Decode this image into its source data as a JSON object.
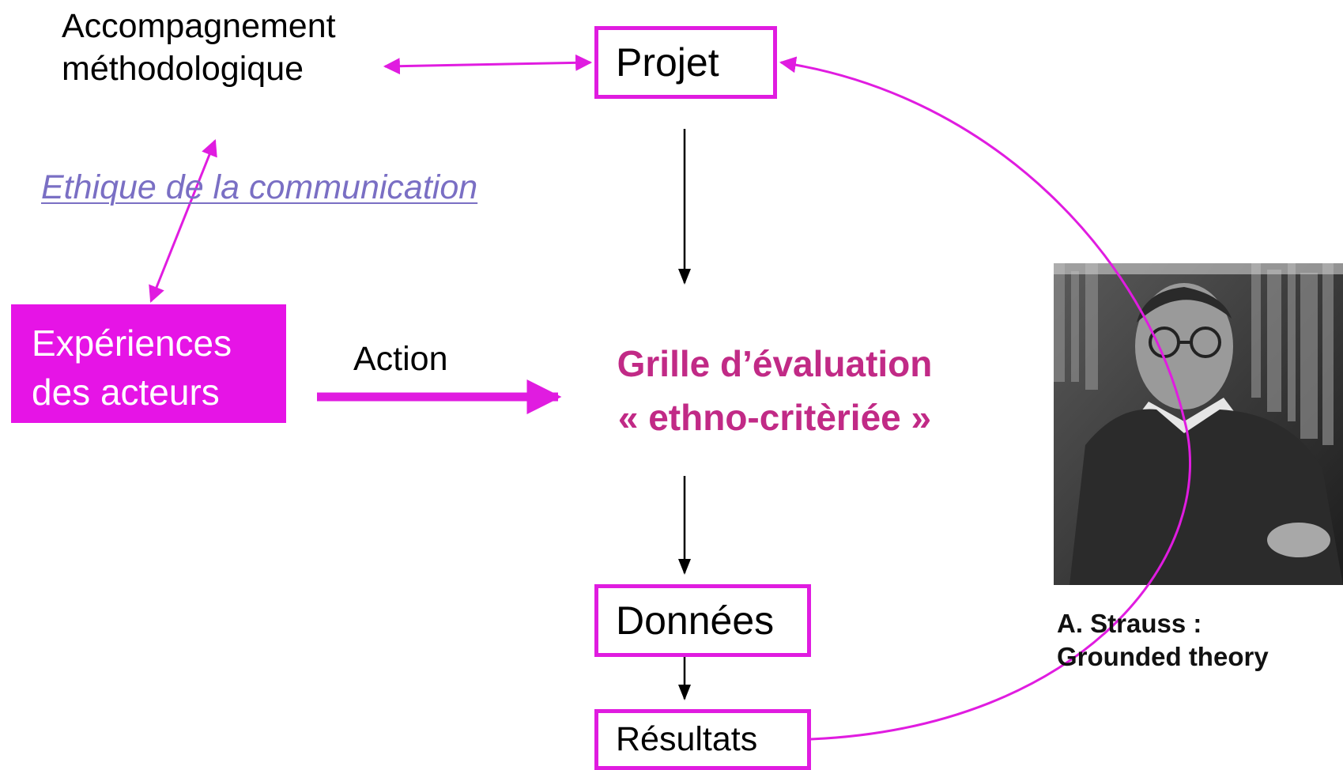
{
  "nodes": {
    "accompagnement": {
      "line1": "Accompagnement",
      "line2": "méthodologique"
    },
    "ethique": "Ethique de la communication",
    "projet": "Projet",
    "experiences": {
      "line1": "Expériences",
      "line2": "des acteurs"
    },
    "action": "Action",
    "grille": {
      "line1": "Grille d’évaluation",
      "line2": "« ethno-critèriée »"
    },
    "donnees": "Données",
    "resultats": "Résultats"
  },
  "photo": {
    "caption_line1": "A. Strauss :",
    "caption_line2": "Grounded theory"
  },
  "colors": {
    "magenta": "#e01ce0",
    "grille_text": "#c12a86",
    "ethique_text": "#7a6fc4",
    "arrow_dark": "#000000"
  }
}
